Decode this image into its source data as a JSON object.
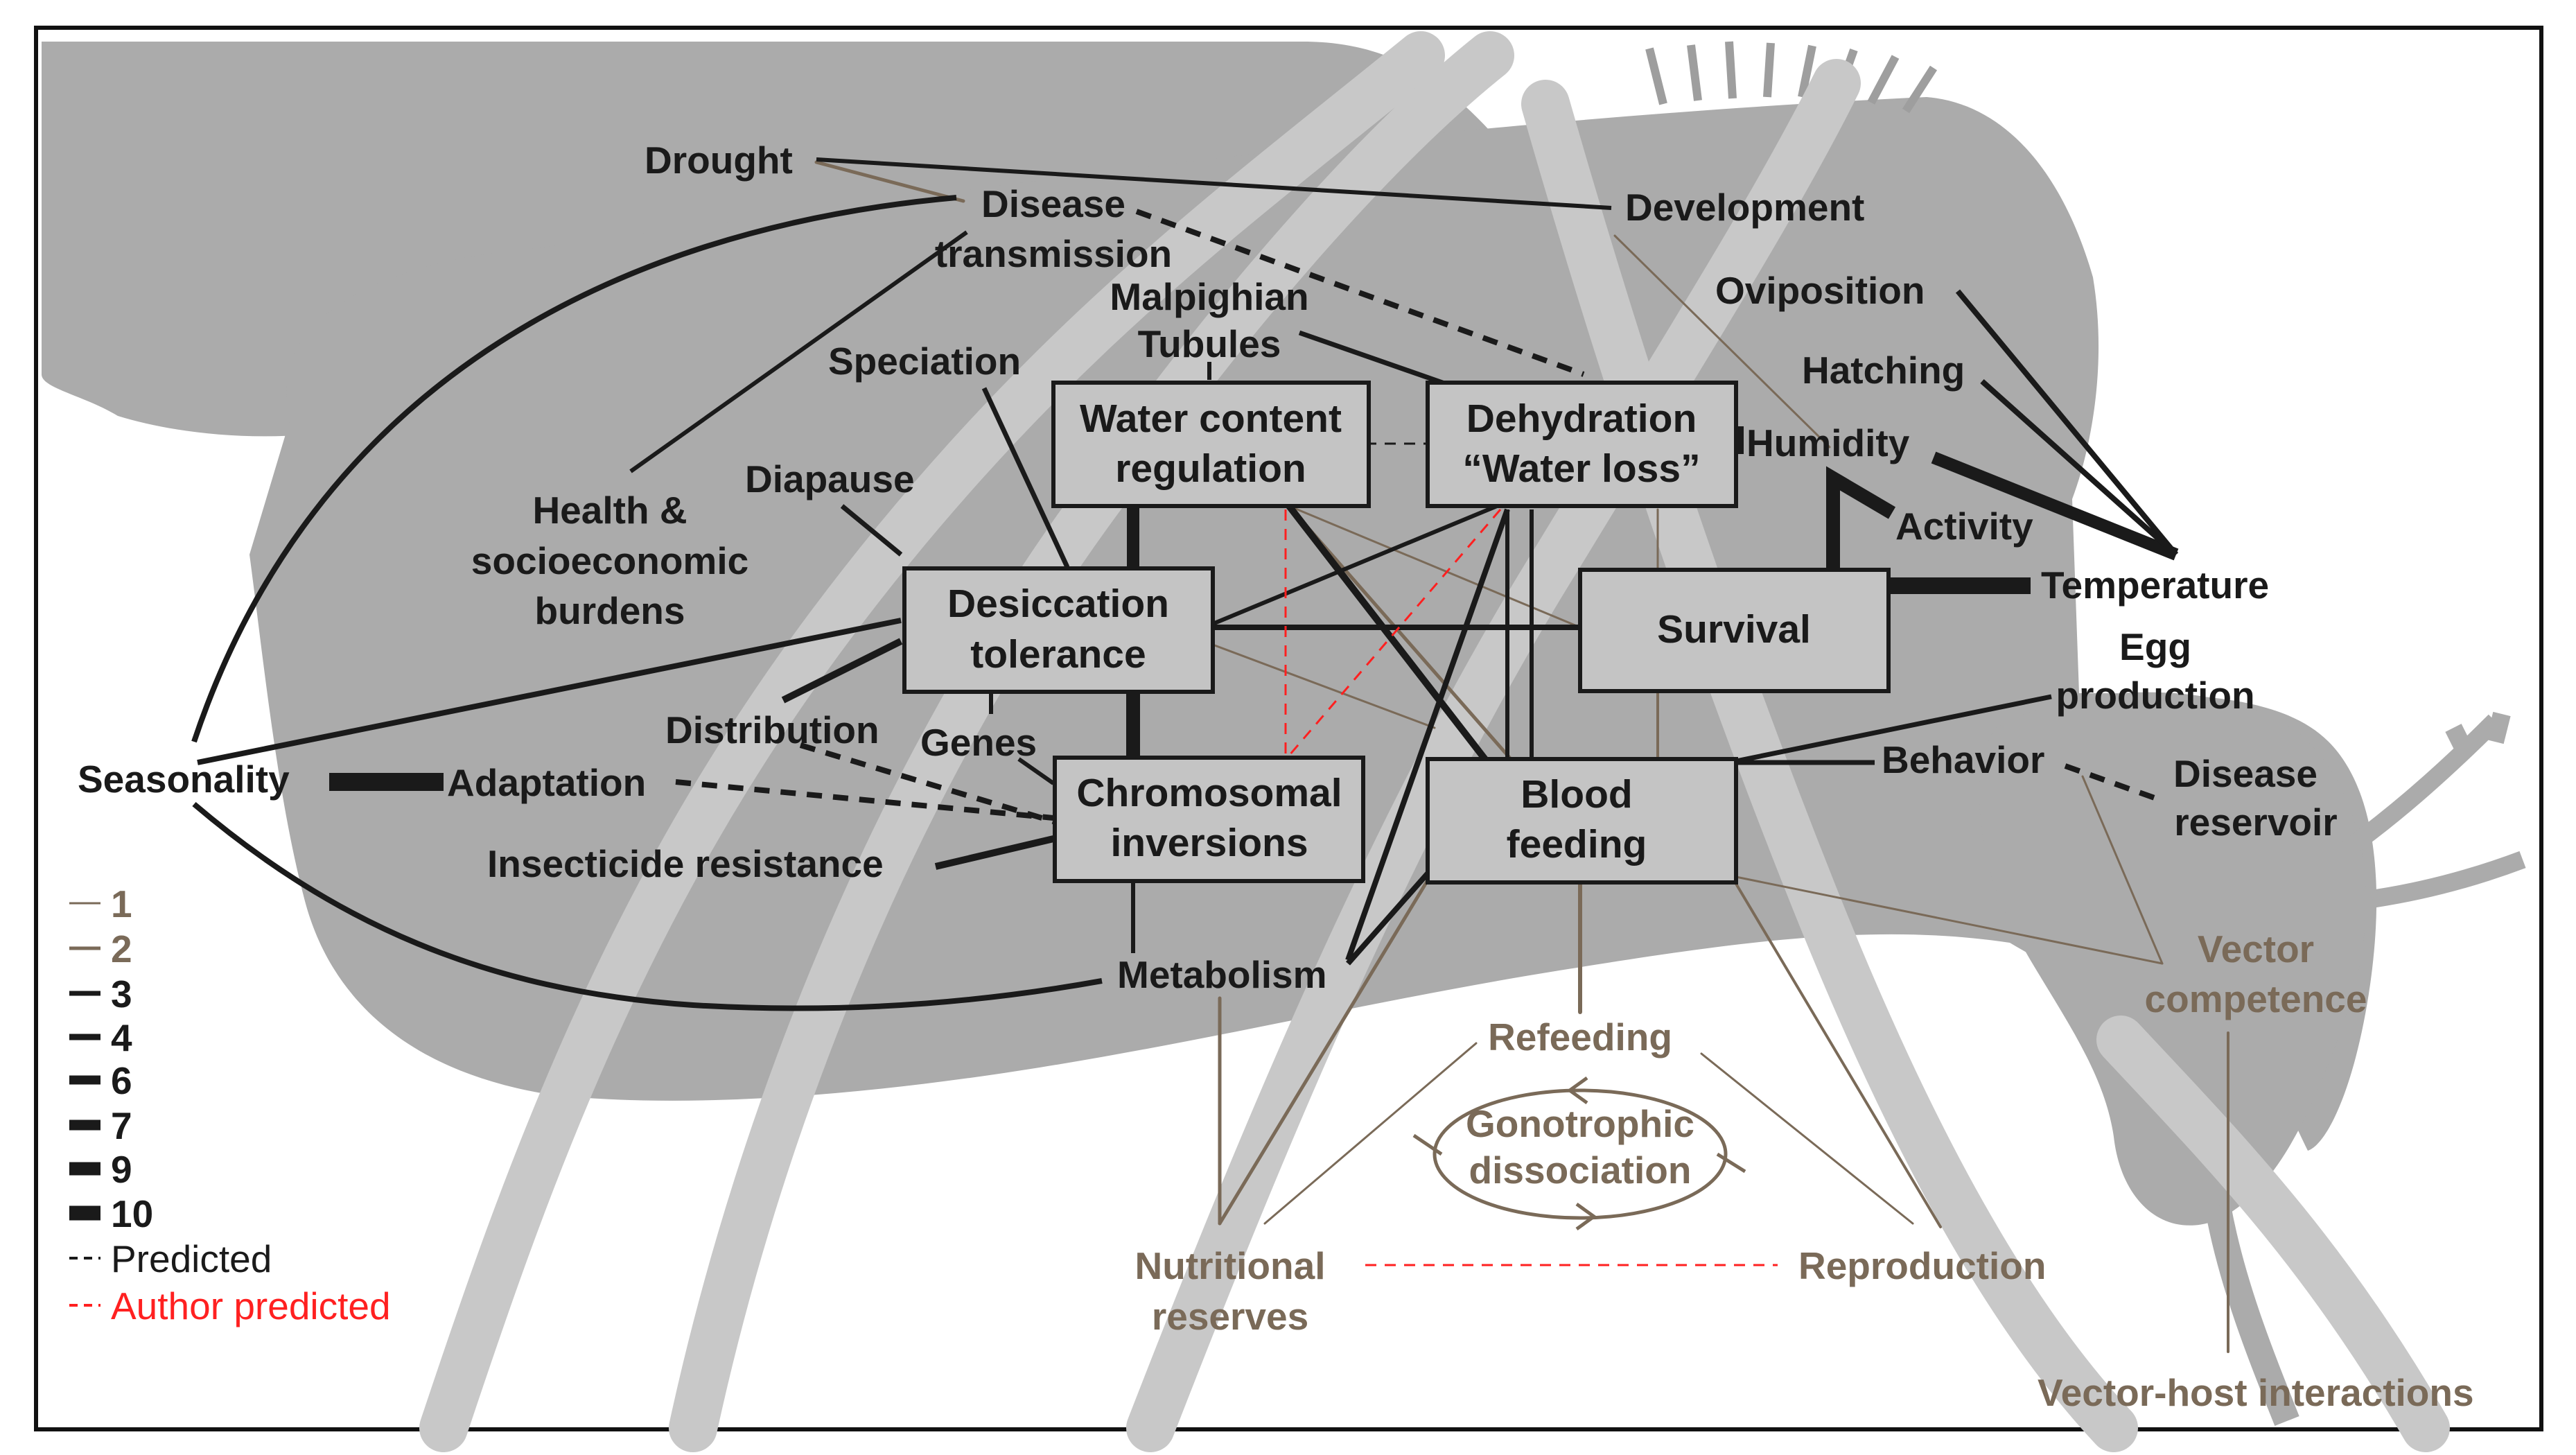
{
  "colors": {
    "background": "#ffffff",
    "mosquito_silhouette": "#ababab",
    "legs_overlay": "#c8c8c8",
    "box_fill": "#c4c4c4",
    "edge_black": "#1a1a1a",
    "edge_brown": "#7a6a58",
    "author_predicted": "#ff2020"
  },
  "boxes": {
    "water_content": [
      "Water content",
      "regulation"
    ],
    "dehydration": [
      "Dehydration",
      "“Water loss”"
    ],
    "desiccation": [
      "Desiccation",
      "tolerance"
    ],
    "survival": [
      "Survival"
    ],
    "chromosomal": [
      "Chromosomal",
      "inversions"
    ],
    "blood_feeding": [
      "Blood",
      "feeding"
    ]
  },
  "nodes": {
    "drought": "Drought",
    "disease_transmission": [
      "Disease",
      "transmission"
    ],
    "development": "Development",
    "oviposition": "Oviposition",
    "malpighian": [
      "Malpighian",
      "Tubules"
    ],
    "speciation": "Speciation",
    "hatching": "Hatching",
    "humidity": "Humidity",
    "diapause": "Diapause",
    "health": [
      "Health &",
      "socioeconomic",
      "burdens"
    ],
    "activity": "Activity",
    "temperature": "Temperature",
    "egg_production": [
      "Egg",
      "production"
    ],
    "distribution": "Distribution",
    "genes": "Genes",
    "seasonality": "Seasonality",
    "adaptation": "Adaptation",
    "behavior": "Behavior",
    "disease_reservoir": [
      "Disease",
      "reservoir"
    ],
    "insecticide": "Insecticide resistance",
    "metabolism": "Metabolism",
    "vector_competence": [
      "Vector",
      "competence"
    ],
    "refeeding": "Refeeding",
    "gonotrophic": [
      "Gonotrophic",
      "dissociation"
    ],
    "nutritional": [
      "Nutritional",
      "reserves"
    ],
    "reproduction": "Reproduction",
    "vector_host": "Vector-host interactions"
  },
  "legend": [
    {
      "label": "1",
      "weight": 1,
      "style": "solid",
      "color": "#7a6a58"
    },
    {
      "label": "2",
      "weight": 2,
      "style": "solid",
      "color": "#7a6a58"
    },
    {
      "label": "3",
      "weight": 3,
      "style": "solid",
      "color": "#1a1a1a"
    },
    {
      "label": "4",
      "weight": 4,
      "style": "solid",
      "color": "#1a1a1a"
    },
    {
      "label": "6",
      "weight": 6,
      "style": "solid",
      "color": "#1a1a1a"
    },
    {
      "label": "7",
      "weight": 7,
      "style": "solid",
      "color": "#1a1a1a"
    },
    {
      "label": "9",
      "weight": 9,
      "style": "solid",
      "color": "#1a1a1a"
    },
    {
      "label": "10",
      "weight": 10,
      "style": "solid",
      "color": "#1a1a1a"
    },
    {
      "label": "Predicted",
      "style": "dashed",
      "color": "#1a1a1a"
    },
    {
      "label": "Author predicted",
      "style": "dashed",
      "color": "#ff2020"
    }
  ]
}
